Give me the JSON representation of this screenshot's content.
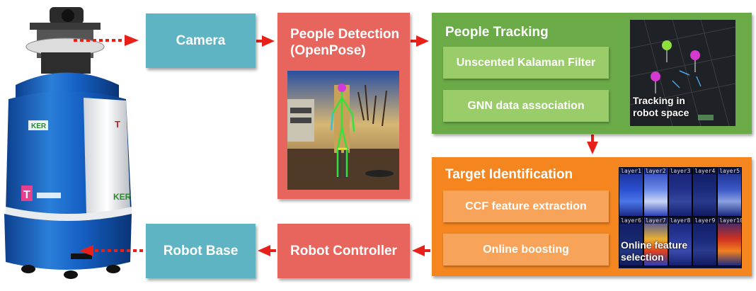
{
  "boxes": {
    "camera": "Camera",
    "people_detection": [
      "People Detection",
      "(OpenPose)"
    ],
    "people_tracking": "People Tracking",
    "ukf": "Unscented Kalaman Filter",
    "gnn": "GNN data association",
    "tracking_caption": [
      "Tracking in",
      "robot space"
    ],
    "target_identification": "Target Identification",
    "ccf": "CCF feature extraction",
    "online_boosting": "Online boosting",
    "online_caption": [
      "Online feature",
      "selection"
    ],
    "robot_controller": "Robot Controller",
    "robot_base": "Robot Base"
  },
  "layers": [
    "layer1",
    "layer2",
    "layer3",
    "layer4",
    "layer5",
    "layer6",
    "layer7",
    "layer8",
    "layer9",
    "layer10"
  ],
  "robot_logos": [
    "KER",
    "T",
    "T",
    "KER"
  ],
  "colors": {
    "teal": "#5fb4c4",
    "red": "#e8655e",
    "green": "#6aaa47",
    "orange": "#f5851f",
    "arrow": "#e8201a"
  }
}
